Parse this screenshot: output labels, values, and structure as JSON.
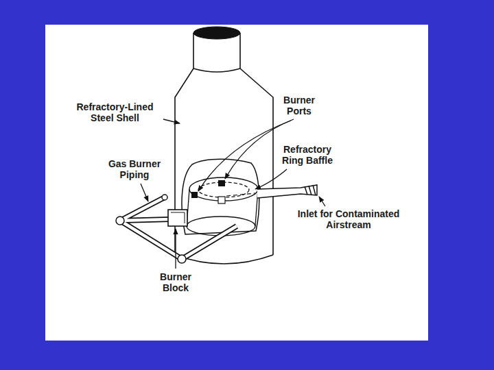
{
  "diagram": {
    "labels": [
      "Refractory-Lined Steel Shell",
      "Burner Ports",
      "Refractory Ring Baffle",
      "Gas Burner Piping",
      "Inlet for Contaminated Airstream",
      "Burner Block"
    ]
  }
}
